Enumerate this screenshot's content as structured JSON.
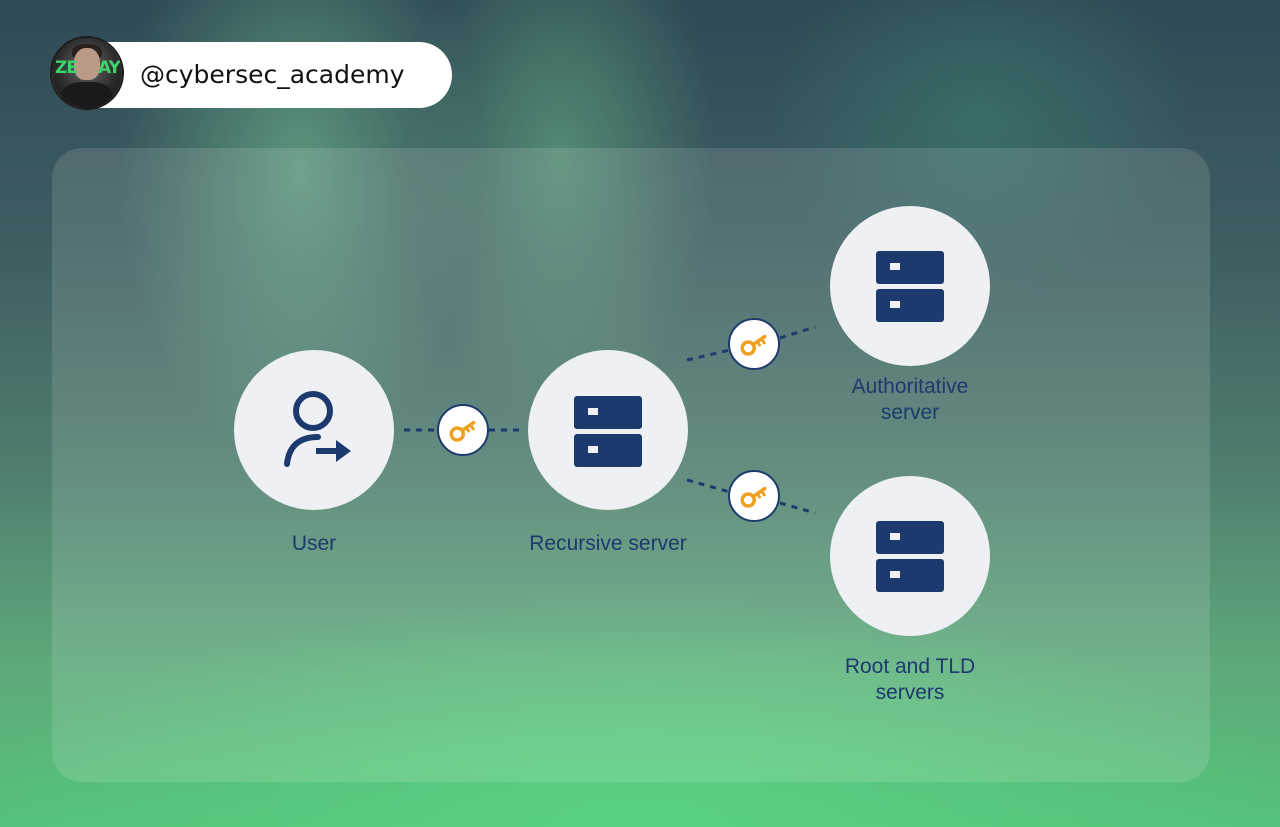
{
  "header": {
    "avatar_text_left": "ZE",
    "avatar_text_right": "AY",
    "handle": "@cybersec_academy"
  },
  "colors": {
    "node_fill": "#eef0f3",
    "icon_navy": "#1d3a6e",
    "key_gold": "#f0a020",
    "connector": "#1d3a6e"
  },
  "diagram": {
    "nodes": [
      {
        "id": "user",
        "label": "User",
        "icon": "user-arrow-icon"
      },
      {
        "id": "recursive",
        "label": "Recursive server",
        "icon": "server-icon"
      },
      {
        "id": "authoritative",
        "label": "Authoritative\nserver",
        "icon": "server-icon"
      },
      {
        "id": "root_tld",
        "label": "Root and TLD\nservers",
        "icon": "server-icon"
      }
    ],
    "edges": [
      {
        "from": "user",
        "to": "recursive",
        "icon": "key-icon",
        "style": "dashed"
      },
      {
        "from": "recursive",
        "to": "authoritative",
        "icon": "key-icon",
        "style": "dashed"
      },
      {
        "from": "recursive",
        "to": "root_tld",
        "icon": "key-icon",
        "style": "dashed"
      }
    ]
  }
}
